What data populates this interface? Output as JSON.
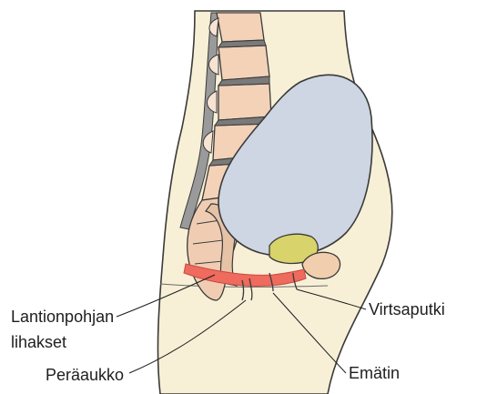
{
  "labels": {
    "pelvic_floor_muscles_line1": "Lantionpohjan",
    "pelvic_floor_muscles_line2": "lihakset",
    "anus": "Peräaukko",
    "urethra": "Virtsaputki",
    "vagina": "Emätin"
  },
  "colors": {
    "outline": "#3a3a3a",
    "skin": "#f7f0d6",
    "bladder": "#cdd6e2",
    "uterus": "#d8d36a",
    "pubic_bone": "#f1cfae",
    "pelvic_floor": "#ee6b5e",
    "vertebra": "#f3d2b8",
    "spinal_canal": "#8b8b8b",
    "rectum": "#e6c2a6"
  }
}
